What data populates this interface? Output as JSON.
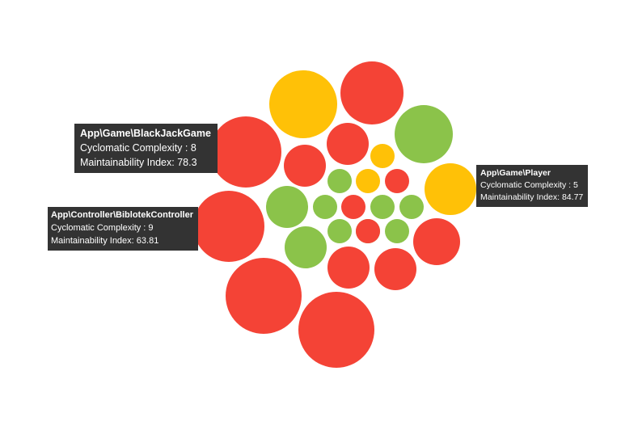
{
  "colors": {
    "red": "#f44336",
    "yellow": "#ffc107",
    "green": "#8bc34a"
  },
  "chart_data": {
    "type": "bubble",
    "title": "",
    "legend": "none",
    "bubbles": [
      {
        "color": "yellow"
      },
      {
        "color": "red"
      },
      {
        "color": "green"
      },
      {
        "color": "red"
      },
      {
        "color": "red"
      },
      {
        "color": "red"
      },
      {
        "color": "yellow"
      },
      {
        "color": "red"
      },
      {
        "color": "green"
      },
      {
        "color": "yellow"
      },
      {
        "color": "red"
      },
      {
        "color": "green"
      },
      {
        "color": "green"
      },
      {
        "color": "red"
      },
      {
        "color": "green"
      },
      {
        "color": "green"
      },
      {
        "color": "green"
      },
      {
        "color": "green"
      },
      {
        "color": "green"
      },
      {
        "color": "red"
      },
      {
        "color": "green"
      },
      {
        "color": "red"
      },
      {
        "color": "yellow"
      },
      {
        "color": "red"
      },
      {
        "color": "red"
      },
      {
        "color": "red"
      },
      {
        "color": "red"
      }
    ],
    "tooltips": [
      {
        "title": "App\\Game\\BlackJackGame",
        "cc_label": "Cyclomatic Complexity : 8",
        "mi_label": "Maintainability Index: 78.3"
      },
      {
        "title": "App\\Controller\\BiblotekController",
        "cc_label": "Cyclomatic Complexity : 9",
        "mi_label": "Maintainability Index: 63.81"
      },
      {
        "title": "App\\Game\\Player",
        "cc_label": "Cyclomatic Complexity : 5",
        "mi_label": "Maintainability Index: 84.77"
      }
    ]
  }
}
